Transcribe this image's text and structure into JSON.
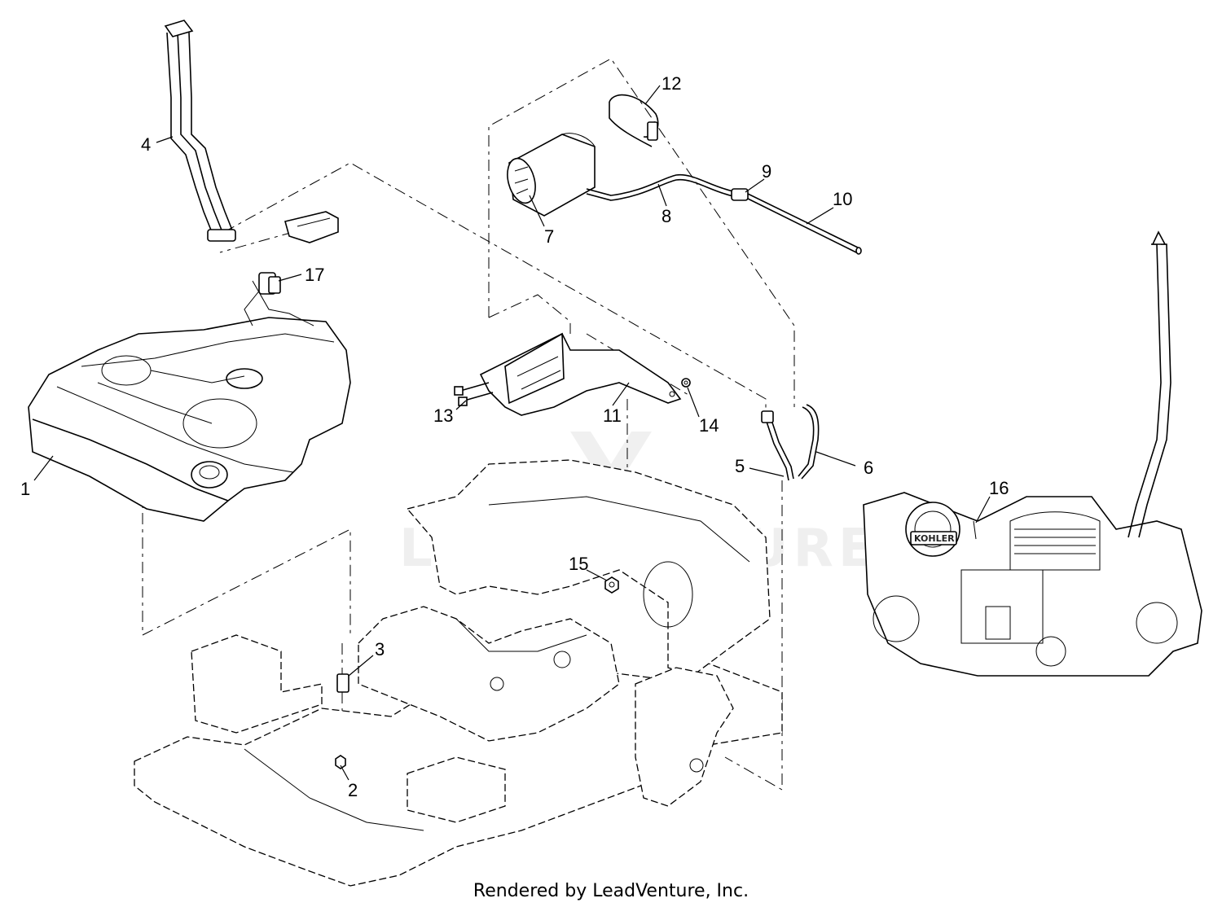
{
  "callouts": [
    "1",
    "2",
    "3",
    "4",
    "5",
    "6",
    "7",
    "8",
    "9",
    "10",
    "11",
    "12",
    "13",
    "14",
    "15",
    "16",
    "17"
  ],
  "watermark": "LEADVENTURE",
  "engine_brand": "KOHLER",
  "footer": "Rendered by LeadVenture, Inc."
}
